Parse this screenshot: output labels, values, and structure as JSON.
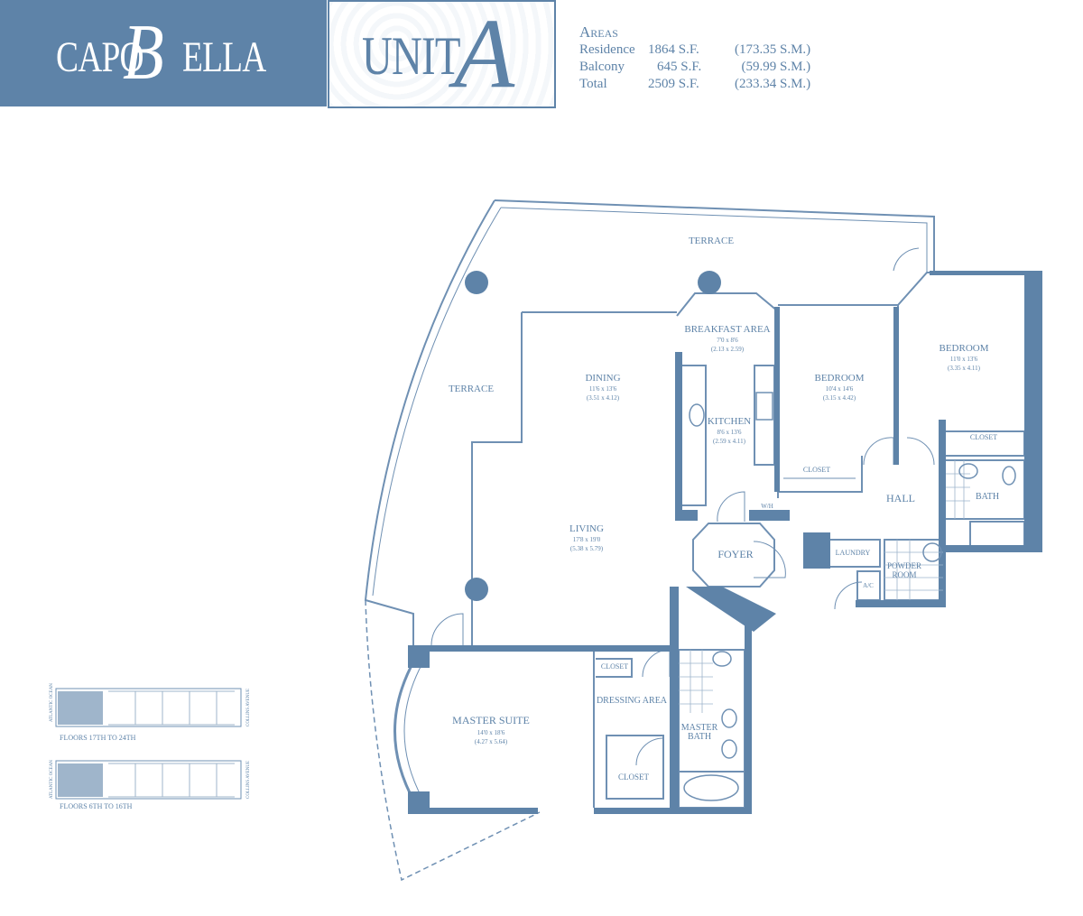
{
  "header": {
    "brand_small_1": "CAPO",
    "brand_big": "B",
    "brand_small_2": "ELLA",
    "unit_word": "UNIT",
    "unit_letter": "A"
  },
  "areas": {
    "title": "Areas",
    "rows": [
      {
        "label": "Residence",
        "sf": "1864 S.F.",
        "sm": "(173.35 S.M.)"
      },
      {
        "label": "Balcony",
        "sf": "645 S.F.",
        "sm": "(59.99 S.M.)"
      },
      {
        "label": "Total",
        "sf": "2509 S.F.",
        "sm": "(233.34 S.M.)"
      }
    ]
  },
  "rooms": {
    "terrace_top": {
      "name": "TERRACE"
    },
    "terrace_left": {
      "name": "TERRACE"
    },
    "breakfast": {
      "name": "BREAKFAST AREA",
      "dim_ft": "7'0 x 8'6",
      "dim_m": "(2.13 x 2.59)"
    },
    "dining": {
      "name": "DINING",
      "dim_ft": "11'6 x 13'6",
      "dim_m": "(3.51 x 4.12)"
    },
    "kitchen": {
      "name": "KITCHEN",
      "dim_ft": "8'6 x 13'6",
      "dim_m": "(2.59 x 4.11)"
    },
    "bedroom_2": {
      "name": "BEDROOM",
      "dim_ft": "10'4 x 14'6",
      "dim_m": "(3.15 x 4.42)"
    },
    "bedroom_3": {
      "name": "BEDROOM",
      "dim_ft": "11'0 x 13'6",
      "dim_m": "(3.35 x 4.11)"
    },
    "closet_bed2": {
      "name": "CLOSET"
    },
    "closet_bed3": {
      "name": "CLOSET"
    },
    "bath": {
      "name": "BATH"
    },
    "hall": {
      "name": "HALL"
    },
    "wh": {
      "name": "W/H"
    },
    "foyer": {
      "name": "FOYER"
    },
    "laundry": {
      "name": "LAUNDRY"
    },
    "ac": {
      "name": "A/C"
    },
    "powder_line1": {
      "name": "POWDER"
    },
    "powder_line2": {
      "name": "ROOM"
    },
    "living": {
      "name": "LIVING",
      "dim_ft": "17'8 x 19'0",
      "dim_m": "(5.38 x 5.79)"
    },
    "closet_dressing": {
      "name": "CLOSET"
    },
    "dressing": {
      "name": "DRESSING AREA"
    },
    "master_suite": {
      "name": "MASTER SUITE",
      "dim_ft": "14'0 x 18'6",
      "dim_m": "(4.27 x 5.64)"
    },
    "master_bath_line1": {
      "name": "MASTER"
    },
    "master_bath_line2": {
      "name": "BATH"
    },
    "closet_master": {
      "name": "CLOSET"
    }
  },
  "keyplans": [
    {
      "caption": "FLOORS 17TH TO 24TH",
      "left_label": "ATLANTIC OCEAN",
      "right_label": "COLLINS AVENUE"
    },
    {
      "caption": "FLOORS 6TH TO 16TH",
      "left_label": "ATLANTIC OCEAN",
      "right_label": "COLLINS AVENUE"
    }
  ],
  "colors": {
    "brand": "#5e83a8",
    "line": "#6f90b3"
  }
}
